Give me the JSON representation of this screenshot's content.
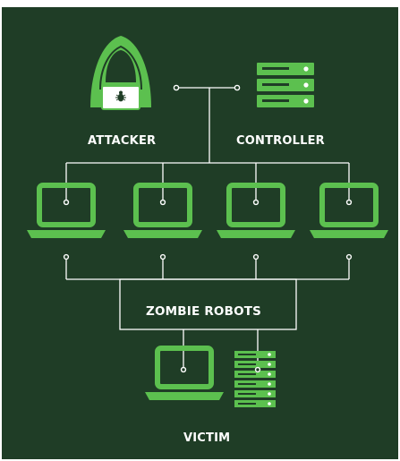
{
  "labels": {
    "attacker": "ATTACKER",
    "controller": "CONTROLLER",
    "zombie": "ZOMBIE ROBOTS",
    "victim": "VICTIM"
  },
  "icons": {
    "attacker": "hooded-hacker-icon",
    "controller": "server-stack-icon",
    "zombie": "laptop-icon",
    "victim_laptop": "laptop-icon",
    "victim_server": "server-stack-icon",
    "bug": "bug-icon"
  },
  "colors": {
    "background": "#1f3d26",
    "accent": "#5cc04f",
    "line": "#ffffff"
  }
}
